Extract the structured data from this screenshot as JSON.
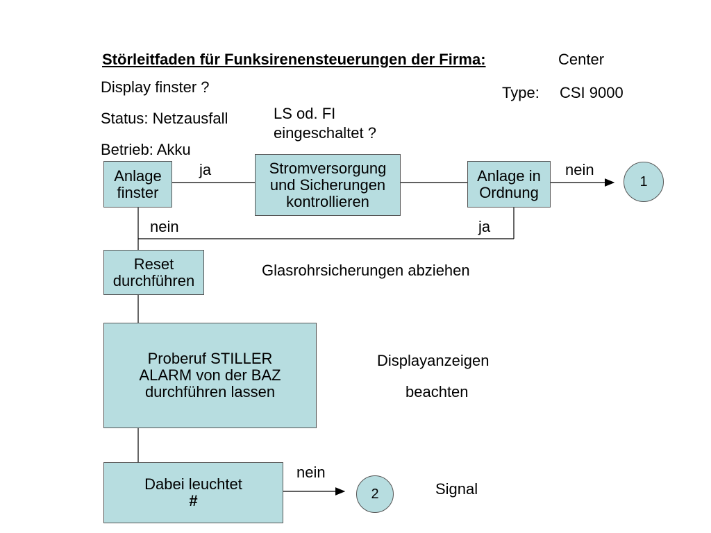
{
  "header": {
    "title": "Störleitfaden für Funksirenensteuerungen der Firma:",
    "company": "Center",
    "type_label": "Type:",
    "type_value": "CSI 9000"
  },
  "notes": {
    "display": "Display finster ?",
    "status": "Status: Netzausfall",
    "betrieb": "Betrieb: Akku",
    "ls_line1": "LS od. FI",
    "ls_line2": "eingeschaltet ?",
    "glasrohr": "Glasrohrsicherungen abziehen",
    "display_line1": "Displayanzeigen",
    "display_line2": "beachten",
    "signal": "Signal"
  },
  "boxes": {
    "anlage_finster": [
      "Anlage",
      "finster"
    ],
    "stromversorgung": [
      "Stromversorgung",
      "und Sicherungen",
      "kontrollieren"
    ],
    "anlage_ordnung": [
      "Anlage in",
      "Ordnung"
    ],
    "reset": [
      "Reset",
      "durchführen"
    ],
    "proberuf": [
      "Proberuf STILLER",
      "ALARM von der BAZ",
      "durchführen lassen"
    ],
    "dabei": [
      "Dabei leuchtet",
      "#"
    ]
  },
  "connectors": {
    "c1": "1",
    "c2": "2"
  },
  "edge_labels": {
    "ja_1": "ja",
    "nein_1": "nein",
    "nein_2": "nein",
    "ja_2": "ja",
    "nein_3": "nein"
  }
}
